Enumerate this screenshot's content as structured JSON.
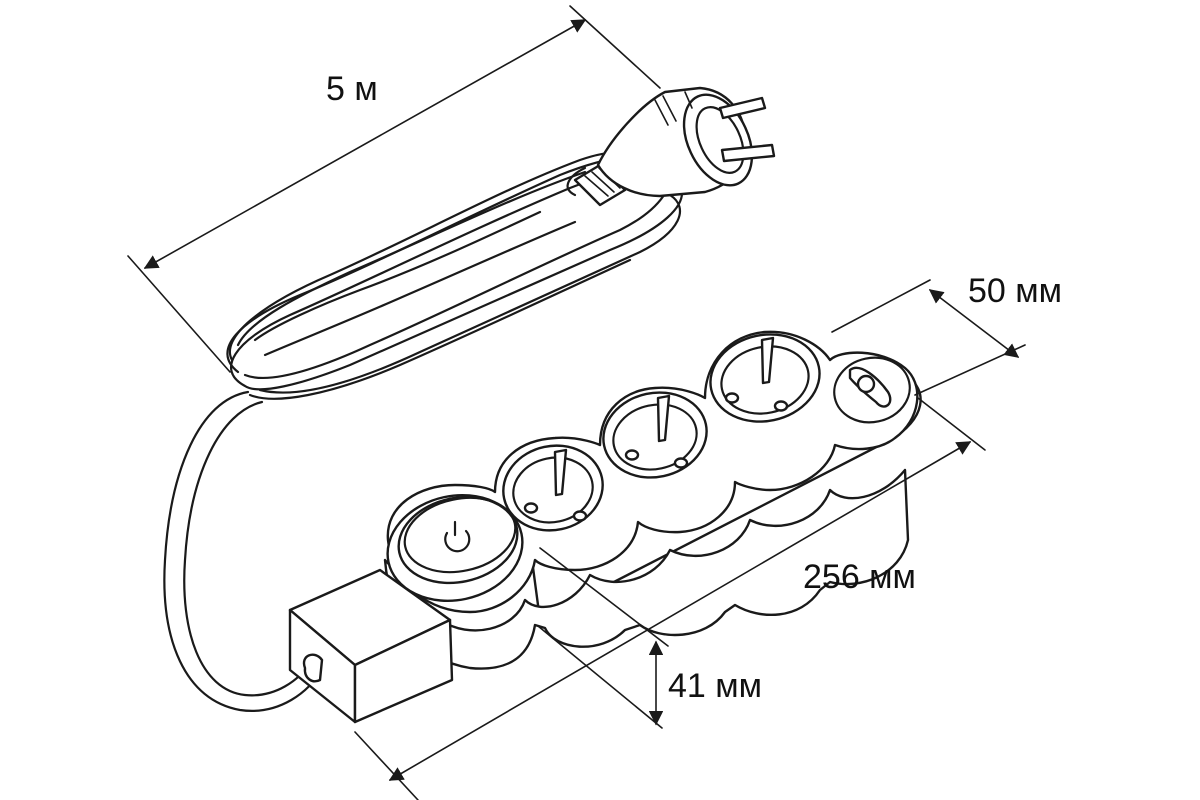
{
  "dimensions": {
    "cable_length": "5 м",
    "socket_pitch": "50 мм",
    "total_length": "256 мм",
    "height": "41 мм"
  },
  "colors": {
    "line": "#1a1a1a",
    "background": "#ffffff"
  },
  "icons": {
    "power_button": "power-symbol-icon",
    "plug": "euro-plug-icon"
  }
}
